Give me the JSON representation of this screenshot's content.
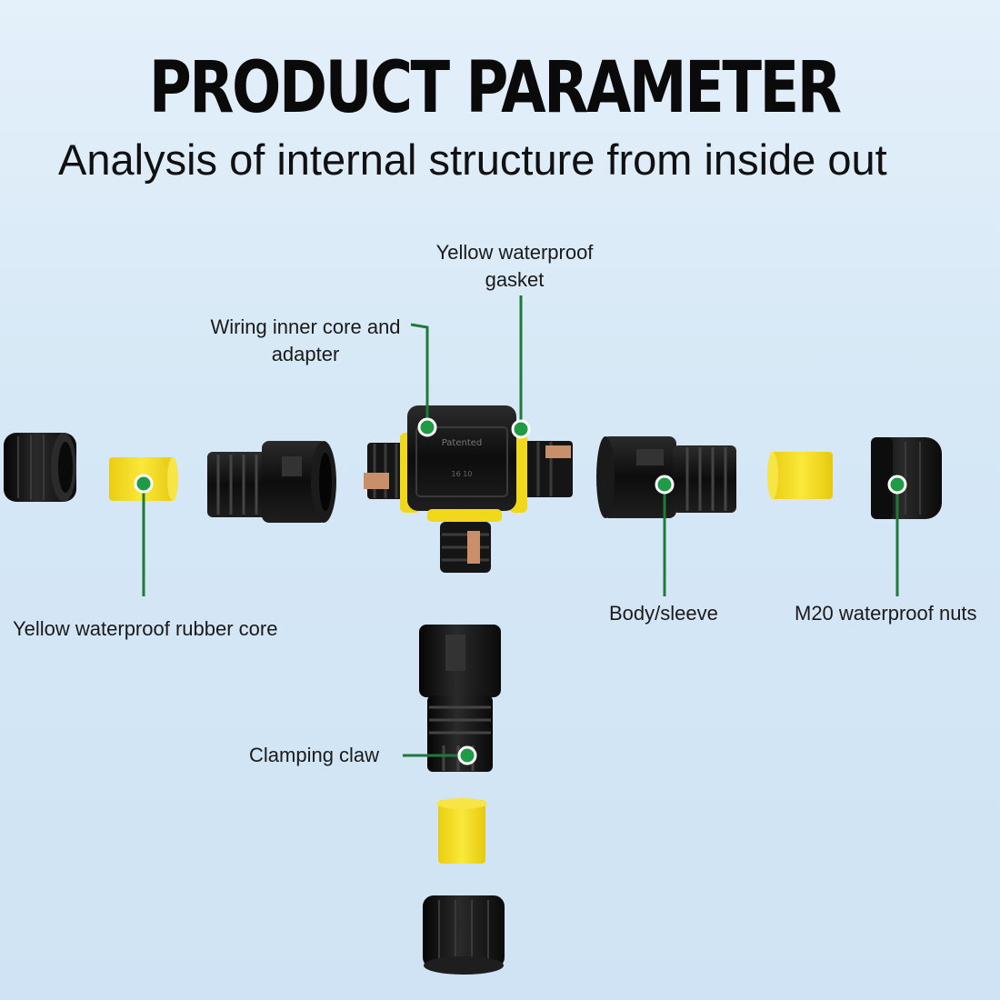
{
  "header": {
    "title": "PRODUCT PARAMETER",
    "subtitle": "Analysis of internal structure from inside out"
  },
  "labels": {
    "gasket_line1": "Yellow waterproof",
    "gasket_line2": "gasket",
    "inner_core_line1": "Wiring inner core and",
    "inner_core_line2": "adapter",
    "rubber_core": "Yellow waterproof rubber core",
    "body_sleeve": "Body/sleeve",
    "m20_nuts": "M20 waterproof nuts",
    "clamping_claw": "Clamping claw"
  },
  "colors": {
    "leader_line": "#1f7a3a",
    "marker_fill": "#1f9a45",
    "part_black": "#141414",
    "part_yellow": "#f4dd1c",
    "contact_copper": "#c98e6a"
  }
}
